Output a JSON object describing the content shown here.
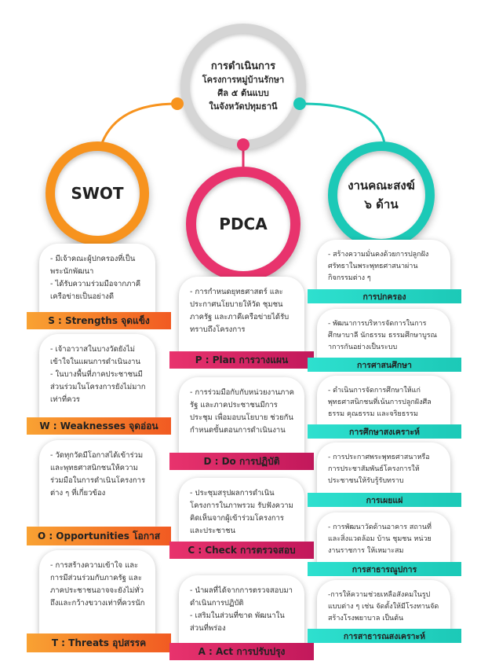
{
  "center": {
    "lines": [
      "การดำเนินการ",
      "โครงการหมู่บ้านรักษา",
      "ศีล ๕ ต้นแบบ",
      "ในจังหวัดปทุมธานี"
    ]
  },
  "columns": {
    "swot": {
      "title": "SWOT",
      "color": "#f7931e",
      "sections": [
        {
          "items": [
            "- มีเจ้าคณะผู้ปกครองที่เป็นพระนักพัฒนา",
            "- ได้รับความร่วมมือจากภาคีเครือข่ายเป็นอย่างดี"
          ],
          "label": "S : Strengths จุดแข็ง"
        },
        {
          "items": [
            "- เจ้าอาวาสในบางวัดยังไม่เข้าใจในแผนการดำเนินงาน",
            "- ในบางพื้นที่ภาคประชาชนมีส่วนร่วมในโครงการยังไม่มากเท่าที่ควร"
          ],
          "label": "W : Weaknesses จุดอ่อน"
        },
        {
          "items": [
            "- วัดทุกวัดมีโอกาสได้เข้าร่วมและพุทธศาสนิกชนให้ความร่วมมือในการดำเนินโครงการต่าง ๆ ที่เกี่ยวข้อง"
          ],
          "label": "O : Opportunities โอกาส"
        },
        {
          "items": [
            "- การสร้างความเข้าใจ และการมีส่วนร่วมกับภาครัฐ และภาคประชาชนอาจจะยังไม่ทั่วถึงและกว้างขวางเท่าที่ควรนัก"
          ],
          "label": "T : Threats อุปสรรค"
        }
      ]
    },
    "pdca": {
      "title": "PDCA",
      "color": "#e8336d",
      "sections": [
        {
          "items": [
            "- การกำหนดยุทธศาสตร์ และประกาศนโยบายให้วัด ชุมชน ภาครัฐ และภาคีเครือข่ายได้รับทราบถึงโครงการ"
          ],
          "label": "P : Plan การวางแผน"
        },
        {
          "items": [
            "- การร่วมมือกับกับหน่วยงานภาครัฐ และภาคประชาชนมีการประชุม เพื่อมอบนโยบาย ช่วยกันกำหนดขั้นตอนการดำเนินงาน"
          ],
          "label": "D : Do การปฏิบัติ"
        },
        {
          "items": [
            "- ประชุมสรุปผลการดำเนินโครงการในภาพรวม รับฟังความคิดเห็นจากผู้เข้าร่วมโครงการและประชาชน"
          ],
          "label": "C : Check การตรวจสอบ"
        },
        {
          "items": [
            "- นำผลที่ได้จากการตรวจสอบมาดำเนินการปฏิบัติ",
            "- เสริมในส่วนที่ขาด พัฒนาในส่วนที่พร่อง"
          ],
          "label": "A : Act การปรับปรุง"
        }
      ]
    },
    "sangha": {
      "title_line1": "งานคณะสงฆ์",
      "title_line2": "๖ ด้าน",
      "color": "#1cc9b7",
      "sections": [
        {
          "items": [
            "- สร้างความมั่นคงด้วยการปลูกฝังศรัทธาในพระพุทธศาสนาผ่านกิจกรรมต่าง ๆ"
          ],
          "label": "การปกครอง"
        },
        {
          "items": [
            "- พัฒนาการบริหารจัดการในการศึกษาบาลี นักธรรม ธรรมศึกษาบูรณาการกันอย่างเป็นระบบ"
          ],
          "label": "การศาสนศึกษา"
        },
        {
          "items": [
            "- ดำเนินการจัดการศึกษาให้แก่พุทธศาสนิกชนที่เน้นการปลูกฝังศีลธรรม คุณธรรม และจริยธรรม"
          ],
          "label": "การศึกษาสงเคราะห์"
        },
        {
          "items": [
            "- การประกาศพระพุทธศาสนาหรือการประชาสัมพันธ์โครงการให้ประชาชนให้รับรู้รับทราบ"
          ],
          "label": "การเผยแผ่"
        },
        {
          "items": [
            "- การพัฒนาวัดด้านอาคาร สถานที่และสิ่งแวดล้อม บ้าน ชุมชน หน่วยงานราชการ ให้เหมาะสม"
          ],
          "label": "การสาธารณูปการ"
        },
        {
          "items": [
            "-การให้ความช่วยเหลือสังคมในรูปแบบต่าง ๆ เช่น จัดตั้งให้มีโรงทานจัดสร้างโรงพยาบาล เป็นต้น"
          ],
          "label": "การสาธารณสงเคราะห์"
        }
      ]
    }
  }
}
